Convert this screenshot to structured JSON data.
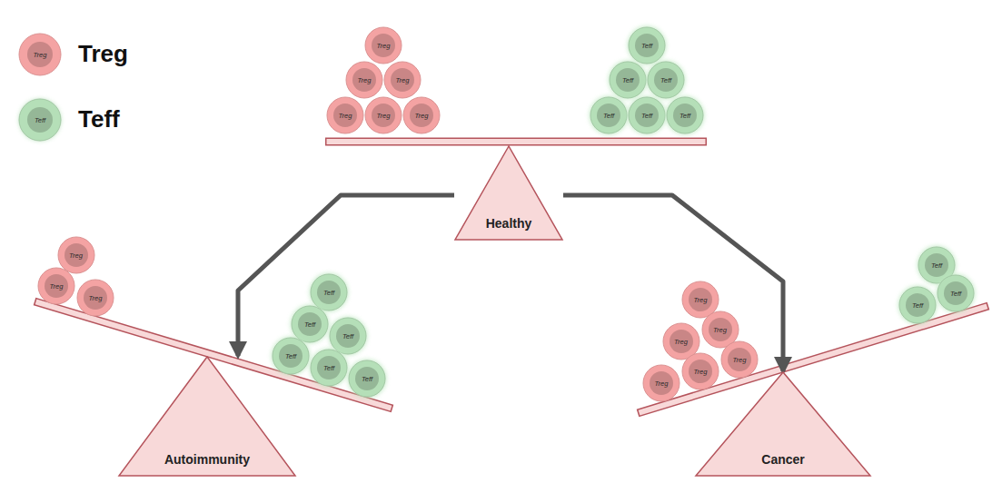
{
  "diagram": {
    "nodes": [
      {
        "text": [
          "Treg"
        ]
      },
      {
        "text": [
          "Treg"
        ]
      },
      {
        "text": [
          "Treg"
        ]
      },
      {
        "text": [
          "Treg"
        ]
      },
      {
        "text": [
          "Treg"
        ]
      },
      {
        "text": [
          "Treg"
        ]
      },
      {
        "text": [
          "Teff"
        ]
      },
      {
        "text": [
          "Teff"
        ]
      },
      {
        "text": [
          "Teff"
        ]
      },
      {
        "text": [
          "Teff"
        ]
      },
      {
        "text": [
          "Teff"
        ]
      },
      {
        "text": [
          "Teff"
        ]
      },
      {
        "text": [
          "Healthy"
        ]
      },
      {
        "text": [
          "Treg"
        ]
      },
      {
        "text": [
          "Treg"
        ]
      },
      {
        "text": [
          "Treg"
        ]
      },
      {
        "text": [
          "Teff"
        ]
      },
      {
        "text": [
          "Teff"
        ]
      },
      {
        "text": [
          "Teff"
        ]
      },
      {
        "text": [
          "Teff"
        ]
      },
      {
        "text": [
          "Teff"
        ]
      },
      {
        "text": [
          "Teff"
        ]
      },
      {
        "text": [
          "Autoimmunity"
        ]
      },
      {
        "text": [
          "Treg"
        ]
      },
      {
        "text": [
          "Treg"
        ]
      },
      {
        "text": [
          "Treg"
        ]
      },
      {
        "text": [
          "Treg"
        ]
      },
      {
        "text": [
          "Treg"
        ]
      },
      {
        "text": [
          "Treg"
        ]
      },
      {
        "text": [
          "Teff"
        ]
      },
      {
        "text": [
          "Teff"
        ]
      },
      {
        "text": [
          "Teff"
        ]
      },
      {
        "text": [
          "Cancer"
        ]
      }
    ],
    "edges": [
      {
        "from": 12,
        "to": 22,
        "arrow": "to"
      },
      {
        "from": 12,
        "to": 32,
        "arrow": "to"
      }
    ],
    "labels": [
      "Treg",
      "Teff"
    ],
    "legend": [
      {
        "text": "Treg",
        "color": "#f4a3a3"
      },
      {
        "text": "Teff",
        "color": "#b5dfb8"
      }
    ]
  }
}
